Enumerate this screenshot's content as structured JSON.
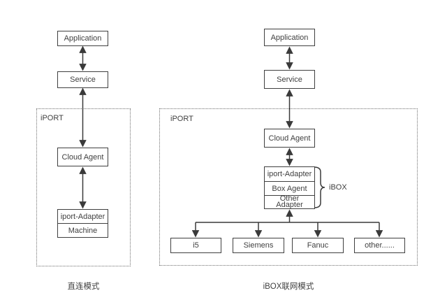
{
  "diagram": {
    "left": {
      "application_label": "Application",
      "service_label": "Service",
      "container_label": "iPORT",
      "cloud_agent_label": "Cloud Agent",
      "stack": [
        "iport-Adapter",
        "Machine"
      ],
      "caption": "直连模式"
    },
    "right": {
      "application_label": "Application",
      "service_label": "Service",
      "container_label": "iPORT",
      "cloud_agent_label": "Cloud Agent",
      "stack": [
        "iport-Adapter",
        "Box Agent",
        "Other Adapter"
      ],
      "brace_label": "iBOX",
      "devices": [
        "i5",
        "Siemens",
        "Fanuc",
        "other......"
      ],
      "caption": "iBOX联网模式"
    },
    "colors": {
      "line": "#3a3a3a",
      "text": "#3f3f3f",
      "background": "#ffffff"
    }
  }
}
